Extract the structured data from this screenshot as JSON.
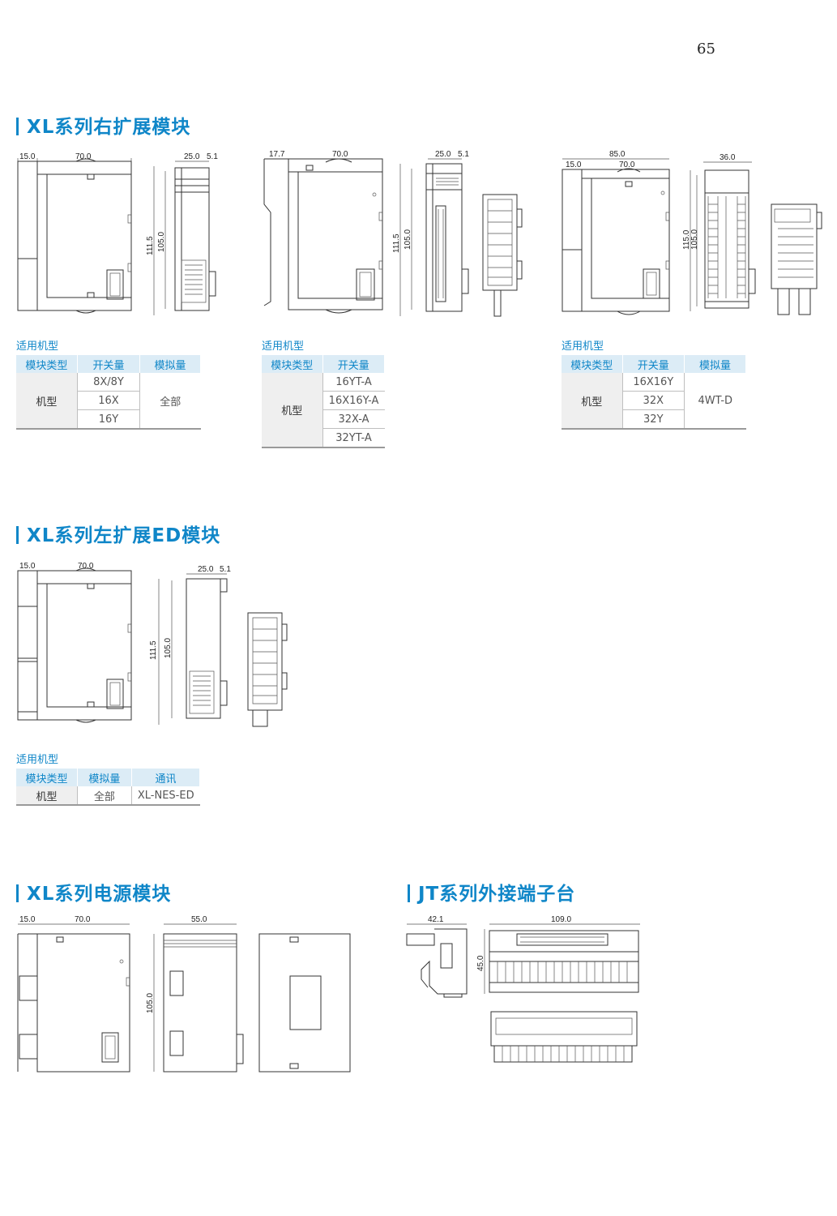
{
  "page_number": "65",
  "sections": {
    "right_ext": {
      "title": "XL系列右扩展模块",
      "drawing1": {
        "dims": [
          "15.0",
          "70.0",
          "25.0",
          "5.1",
          "111.5",
          "105.0"
        ]
      },
      "drawing2": {
        "dims": [
          "17.7",
          "70.0",
          "25.0",
          "5.1",
          "111.5",
          "105.0"
        ]
      },
      "drawing3": {
        "dims": [
          "85.0",
          "15.0",
          "70.0",
          "36.0",
          "115.0",
          "105.0"
        ]
      },
      "table1": {
        "label": "适用机型",
        "headers": [
          "模块类型",
          "开关量",
          "模拟量"
        ],
        "row_header": "机型",
        "digital": [
          "8X/8Y",
          "16X",
          "16Y"
        ],
        "analog": "全部"
      },
      "table2": {
        "label": "适用机型",
        "headers": [
          "模块类型",
          "开关量"
        ],
        "row_header": "机型",
        "digital": [
          "16YT-A",
          "16X16Y-A",
          "32X-A",
          "32YT-A"
        ]
      },
      "table3": {
        "label": "适用机型",
        "headers": [
          "模块类型",
          "开关量",
          "模拟量"
        ],
        "row_header": "机型",
        "digital": [
          "16X16Y",
          "32X",
          "32Y"
        ],
        "analog": "4WT-D"
      }
    },
    "left_ext": {
      "title": "XL系列左扩展ED模块",
      "drawing": {
        "dims": [
          "15.0",
          "70.0",
          "25.0",
          "5.1",
          "111.5",
          "105.0"
        ]
      },
      "table": {
        "label": "适用机型",
        "headers": [
          "模块类型",
          "模拟量",
          "通讯"
        ],
        "row": [
          "机型",
          "全部",
          "XL-NES-ED"
        ]
      }
    },
    "power": {
      "title": "XL系列电源模块",
      "drawing": {
        "dims": [
          "15.0",
          "70.0",
          "55.0",
          "105.0"
        ]
      }
    },
    "jt": {
      "title": "JT系列外接端子台",
      "drawing": {
        "dims": [
          "42.1",
          "109.0",
          "45.0"
        ]
      }
    }
  }
}
